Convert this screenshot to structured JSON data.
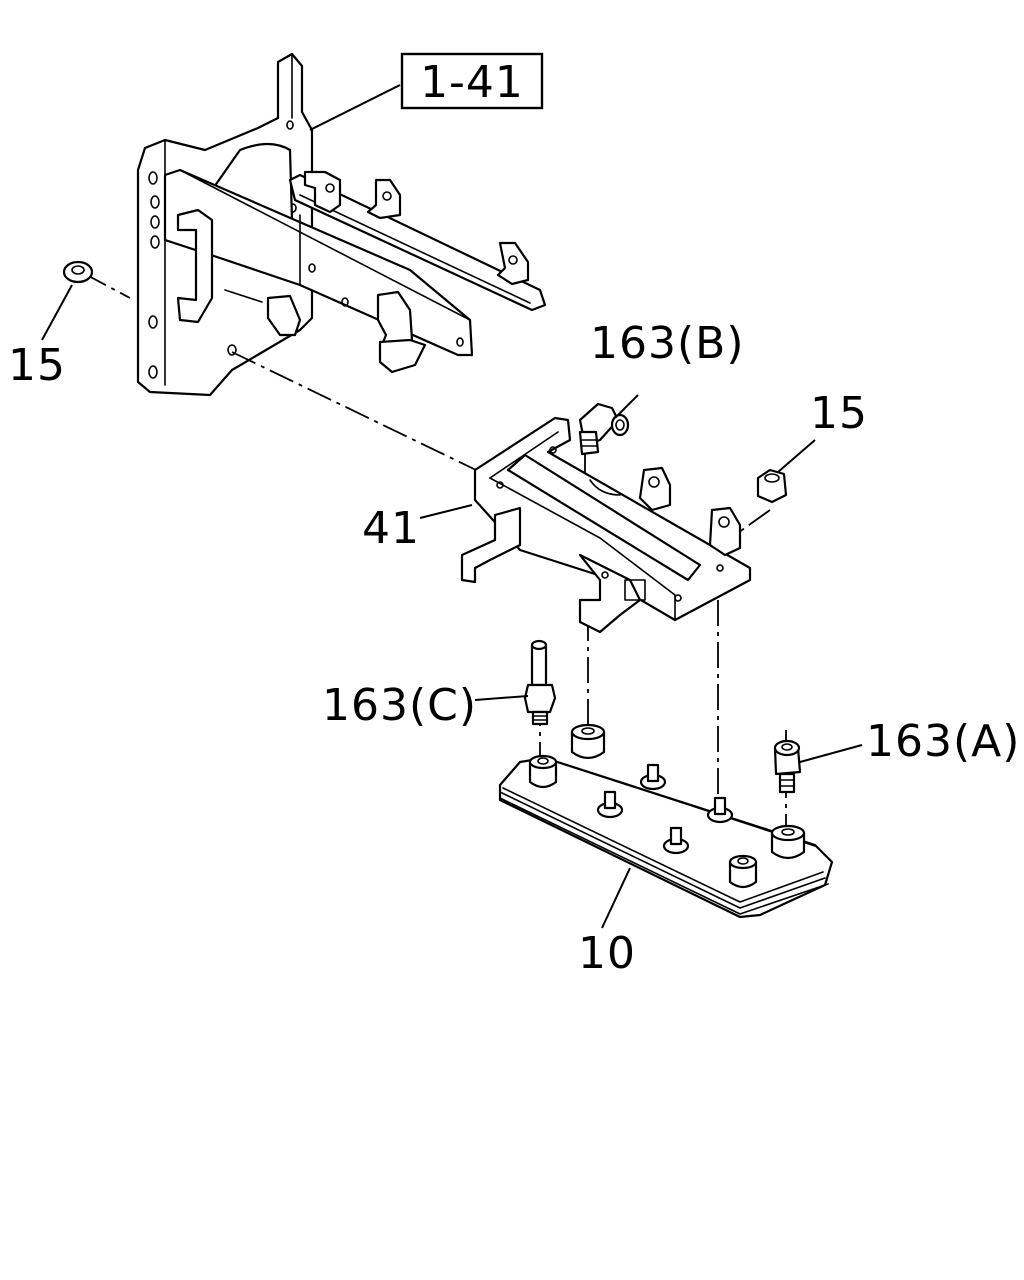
{
  "ref_label": "1-41",
  "callouts": {
    "p15_left": "15",
    "p15_right": "15",
    "p163b": "163(B)",
    "p41": "41",
    "p163c": "163(C)",
    "p163a": "163(A)",
    "p10": "10"
  }
}
